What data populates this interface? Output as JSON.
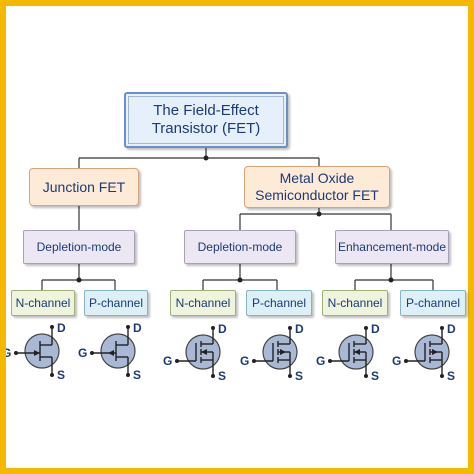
{
  "root": {
    "line1": "The Field-Effect",
    "line2": "Transistor (FET)"
  },
  "jfet": {
    "label": "Junction FET"
  },
  "mosfet": {
    "line1": "Metal Oxide",
    "line2": "Semiconductor FET"
  },
  "modes": {
    "jfet_depletion": "Depletion-mode",
    "mos_depletion": "Depletion-mode",
    "mos_enhancement": "Enhancement-mode"
  },
  "channels": {
    "n": "N-channel",
    "p": "P-channel"
  },
  "terminals": {
    "gate": "G",
    "drain": "D",
    "source": "S"
  },
  "colors": {
    "frame": "#f5b800",
    "text": "#1a3a78",
    "root_fill": "#e6f0fa",
    "fet_fill": "#fdebd8",
    "mode_fill": "#ede7f3",
    "nchannel_fill": "#eef5dc",
    "pchannel_fill": "#dcf0f6",
    "symbol_fill": "#a9b8d4"
  }
}
